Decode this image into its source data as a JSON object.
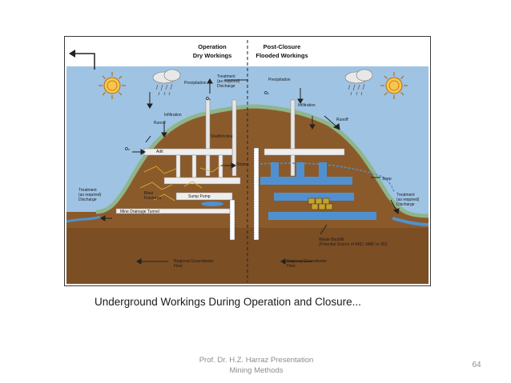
{
  "diagram": {
    "left_title_1": "Operation",
    "left_title_2": "Dry Workings",
    "right_title_1": "Post-Closure",
    "right_title_2": "Flooded Workings",
    "precipitation_left": "Precipitation",
    "precipitation_right": "Precipitation",
    "treatment_top_1": "Treatment",
    "treatment_top_2": "(as required)",
    "treatment_top_3": "Discharge",
    "o2_left": "O₂",
    "o2_right": "O₂",
    "o2_adit": "O₂",
    "infiltration_left": "Infiltration",
    "infiltration_right": "Infiltration",
    "runoff_left": "Runoff",
    "runoff_right": "Runoff",
    "shaft_incline": "Shaft/Incline",
    "adit": "Adit",
    "stopes": "Stopes",
    "blast_fractures_1": "Blast",
    "blast_fractures_2": "Fractures",
    "sump_pump": "Sump Pump",
    "treatment_left_1": "Treatment",
    "treatment_left_2": "(as required)",
    "treatment_left_3": "Discharge",
    "mine_drainage_tunnel": "Mine Drainage Tunnel",
    "seep": "Seep",
    "treatment_right_1": "Treatment",
    "treatment_right_2": "(as required)",
    "treatment_right_3": "Discharge",
    "waste_backfill_1": "Waste Backfill",
    "waste_backfill_2": "(Potential Source of ARD, NMD or SD)",
    "groundwater_left_1": "Regional Groundwater",
    "groundwater_left_2": "Flow",
    "groundwater_right_1": "Regional Groundwater",
    "groundwater_right_2": "Flow"
  },
  "caption": "Underground Workings During Operation and Closure...",
  "footer": {
    "line1": "Prof. Dr. H.Z. Harraz Presentation",
    "line2": "Mining Methods",
    "page_number": "64"
  },
  "colors": {
    "sky": "#9fc3e3",
    "ground": "#8b5a2b",
    "vegetation": "#8fb58a",
    "water": "#4f91d0",
    "border": "#3a3a3a"
  }
}
